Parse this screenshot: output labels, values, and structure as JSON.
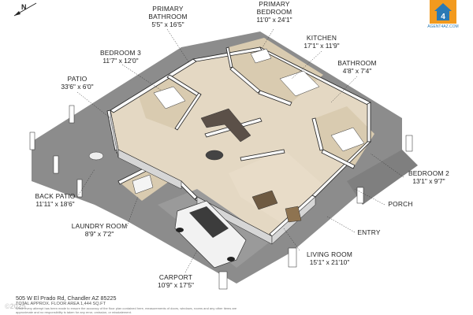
{
  "plan": {
    "address": "505 W El Prado Rd, Chandler AZ 85225",
    "total_area": "TOTAL APPROX. FLOOR AREA 1,444 SQ.FT",
    "disclaimer": "While every attempt has been made to ensure the accuracy of the floor plan contained here, measurements of doors, windows, rooms and any other items are approximate and no responsibility is taken for any error, omission, or misstatement.",
    "watermark": "©2025",
    "logo_text": "AGENT4AZ.COM",
    "compass_letter": "N",
    "colors": {
      "floor": "#e4d8c3",
      "wall": "#fafafa",
      "wall_side": "#d6d6d6",
      "ground": "#8c8c8c",
      "accent": "#2a7ab5",
      "logo_orange": "#f29a1e"
    }
  },
  "rooms": {
    "primary_bathroom": {
      "name": "PRIMARY\nBATHROOM",
      "dims": "5'5\" x 16'5\""
    },
    "primary_bedroom": {
      "name": "PRIMARY\nBEDROOM",
      "dims": "11'0\" x 24'1\""
    },
    "bedroom_3": {
      "name": "BEDROOM 3",
      "dims": "11'7\" x 12'0\""
    },
    "kitchen": {
      "name": "KITCHEN",
      "dims": "17'1\" x 11'9\""
    },
    "bathroom": {
      "name": "BATHROOM",
      "dims": "4'8\" x 7'4\""
    },
    "patio": {
      "name": "PATIO",
      "dims": "33'6\" x 6'0\""
    },
    "bedroom_2": {
      "name": "BEDROOM 2",
      "dims": "13'1\" x 9'7\""
    },
    "porch": {
      "name": "PORCH",
      "dims": ""
    },
    "back_patio": {
      "name": "BACK PATIO",
      "dims": "11'11\" x 18'6\""
    },
    "laundry_room": {
      "name": "LAUNDRY ROOM",
      "dims": "8'9\" x 7'2\""
    },
    "entry": {
      "name": "ENTRY",
      "dims": ""
    },
    "carport": {
      "name": "CARPORT",
      "dims": "10'9\" x 17'5\""
    },
    "living_room": {
      "name": "LIVING ROOM",
      "dims": "15'1\" x 21'10\""
    }
  }
}
